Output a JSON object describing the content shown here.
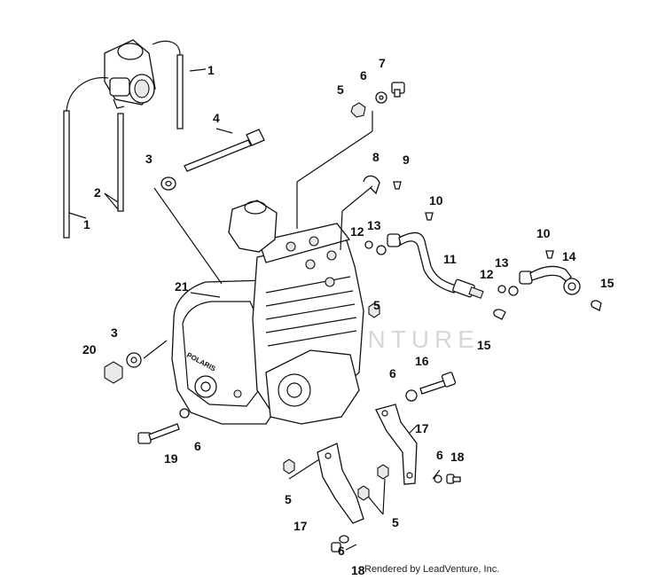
{
  "diagram": {
    "watermark_text": "LEADVENTURE",
    "footer_text": "Rendered by LeadVenture, Inc.",
    "labels": [
      {
        "id": "l1a",
        "text": "1"
      },
      {
        "id": "l1b",
        "text": "1"
      },
      {
        "id": "l2",
        "text": "2"
      },
      {
        "id": "l3a",
        "text": "3"
      },
      {
        "id": "l3b",
        "text": "3"
      },
      {
        "id": "l4",
        "text": "4"
      },
      {
        "id": "l5a",
        "text": "5"
      },
      {
        "id": "l5b",
        "text": "5"
      },
      {
        "id": "l5c",
        "text": "5"
      },
      {
        "id": "l5d",
        "text": "5"
      },
      {
        "id": "l6a",
        "text": "6"
      },
      {
        "id": "l6b",
        "text": "6"
      },
      {
        "id": "l6c",
        "text": "6"
      },
      {
        "id": "l6d",
        "text": "6"
      },
      {
        "id": "l6e",
        "text": "6"
      },
      {
        "id": "l7",
        "text": "7"
      },
      {
        "id": "l8",
        "text": "8"
      },
      {
        "id": "l9",
        "text": "9"
      },
      {
        "id": "l10a",
        "text": "10"
      },
      {
        "id": "l10b",
        "text": "10"
      },
      {
        "id": "l11",
        "text": "11"
      },
      {
        "id": "l12a",
        "text": "12"
      },
      {
        "id": "l12b",
        "text": "12"
      },
      {
        "id": "l13a",
        "text": "13"
      },
      {
        "id": "l13b",
        "text": "13"
      },
      {
        "id": "l14",
        "text": "14"
      },
      {
        "id": "l15a",
        "text": "15"
      },
      {
        "id": "l15b",
        "text": "15"
      },
      {
        "id": "l16",
        "text": "16"
      },
      {
        "id": "l17a",
        "text": "17"
      },
      {
        "id": "l17b",
        "text": "17"
      },
      {
        "id": "l18a",
        "text": "18"
      },
      {
        "id": "l18b",
        "text": "18"
      },
      {
        "id": "l19",
        "text": "19"
      },
      {
        "id": "l20",
        "text": "20"
      },
      {
        "id": "l21",
        "text": "21"
      }
    ],
    "engine_cover_text": "POLARIS"
  }
}
